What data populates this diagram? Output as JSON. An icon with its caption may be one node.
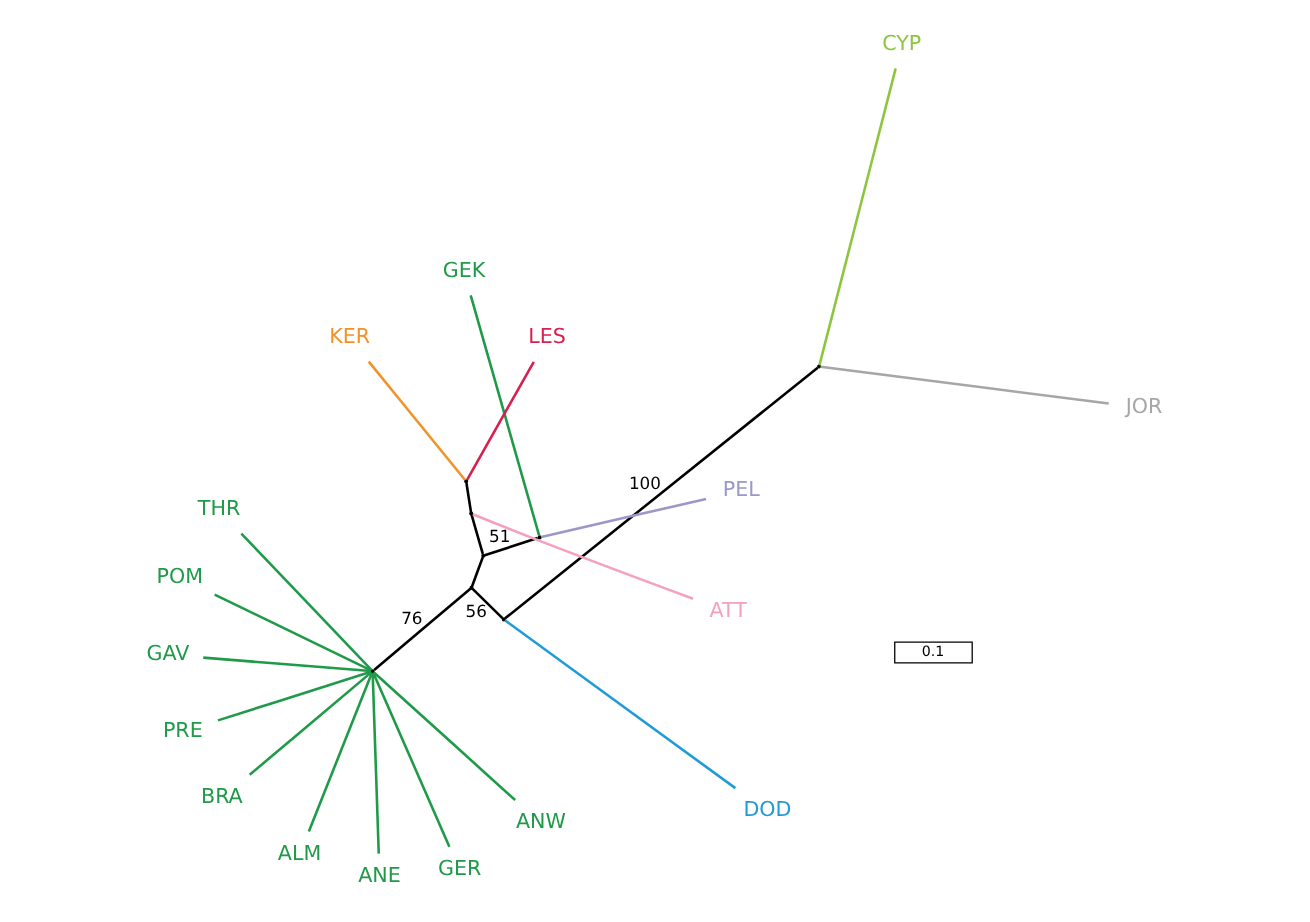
{
  "diagram": {
    "nodes": [
      {
        "text": [
          "GAV"
        ]
      },
      {
        "text": [
          "ANW"
        ]
      },
      {
        "text": [
          "ALM"
        ]
      },
      {
        "text": [
          "THR"
        ]
      },
      {
        "text": [
          "GER"
        ]
      },
      {
        "text": [
          "POM"
        ]
      },
      {
        "text": [
          "PRE"
        ]
      },
      {
        "text": [
          "JOR"
        ]
      },
      {
        "text": [
          "BRA"
        ]
      },
      {
        "text": [
          "ANE"
        ]
      },
      {
        "text": [
          "ATT"
        ]
      },
      {
        "text": [
          "KER"
        ]
      },
      {
        "text": [
          "LES"
        ]
      },
      {
        "text": [
          "CYP"
        ]
      },
      {
        "text": [
          "GEK"
        ]
      },
      {
        "text": [
          "DOD"
        ]
      },
      {
        "text": [
          "PEL"
        ]
      },
      {
        "text": [],
        "shape": "point"
      },
      {
        "text": [],
        "shape": "point"
      },
      {
        "text": [],
        "shape": "point"
      },
      {
        "text": [],
        "shape": "point"
      },
      {
        "text": [],
        "shape": "point"
      },
      {
        "text": [],
        "shape": "point"
      },
      {
        "text": [],
        "shape": "point"
      },
      {
        "text": [],
        "shape": "point"
      }
    ],
    "edges": [
      {
        "from": 17,
        "to": 7,
        "arrow": "none",
        "color": "#a6a6a6"
      },
      {
        "from": 17,
        "to": 13,
        "arrow": "none",
        "color": "#8cc63f"
      },
      {
        "from": 17,
        "to": 18,
        "arrow": "none",
        "label": "100",
        "color": "#000000"
      },
      {
        "from": 18,
        "to": 15,
        "arrow": "none",
        "color": "#1e9bd7"
      },
      {
        "from": 18,
        "to": 20,
        "arrow": "none",
        "label": "56",
        "color": "#000000"
      },
      {
        "from": 20,
        "to": 19,
        "arrow": "none",
        "label": "76",
        "color": "#000000"
      },
      {
        "from": 19,
        "to": 8,
        "arrow": "none"
      },
      {
        "from": 19,
        "to": 4,
        "arrow": "none"
      },
      {
        "from": 19,
        "to": 2,
        "arrow": "none"
      },
      {
        "from": 19,
        "to": 1,
        "arrow": "none"
      },
      {
        "from": 19,
        "to": 3,
        "arrow": "none"
      },
      {
        "from": 19,
        "to": 0,
        "arrow": "none"
      },
      {
        "from": 19,
        "to": 5,
        "arrow": "none"
      },
      {
        "from": 19,
        "to": 6,
        "arrow": "none"
      },
      {
        "from": 19,
        "to": 9,
        "arrow": "none"
      },
      {
        "from": 20,
        "to": 21,
        "arrow": "none",
        "color": "#000000"
      },
      {
        "from": 21,
        "to": 22,
        "arrow": "none",
        "label": "51",
        "color": "#000000"
      },
      {
        "from": 22,
        "to": 16,
        "arrow": "none",
        "color": "#9b97c9"
      },
      {
        "from": 22,
        "to": 14,
        "arrow": "none"
      },
      {
        "from": 21,
        "to": 23,
        "arrow": "none",
        "color": "#000000"
      },
      {
        "from": 23,
        "to": 10,
        "arrow": "none",
        "color": "#f4a0c0"
      },
      {
        "from": 23,
        "to": 24,
        "arrow": "none",
        "color": "#000000"
      },
      {
        "from": 24,
        "to": 11,
        "arrow": "none",
        "color": "#f0932b"
      },
      {
        "from": 24,
        "to": 12,
        "arrow": "none",
        "color": "#d6204f"
      }
    ],
    "labels": [
      "0.1"
    ]
  }
}
